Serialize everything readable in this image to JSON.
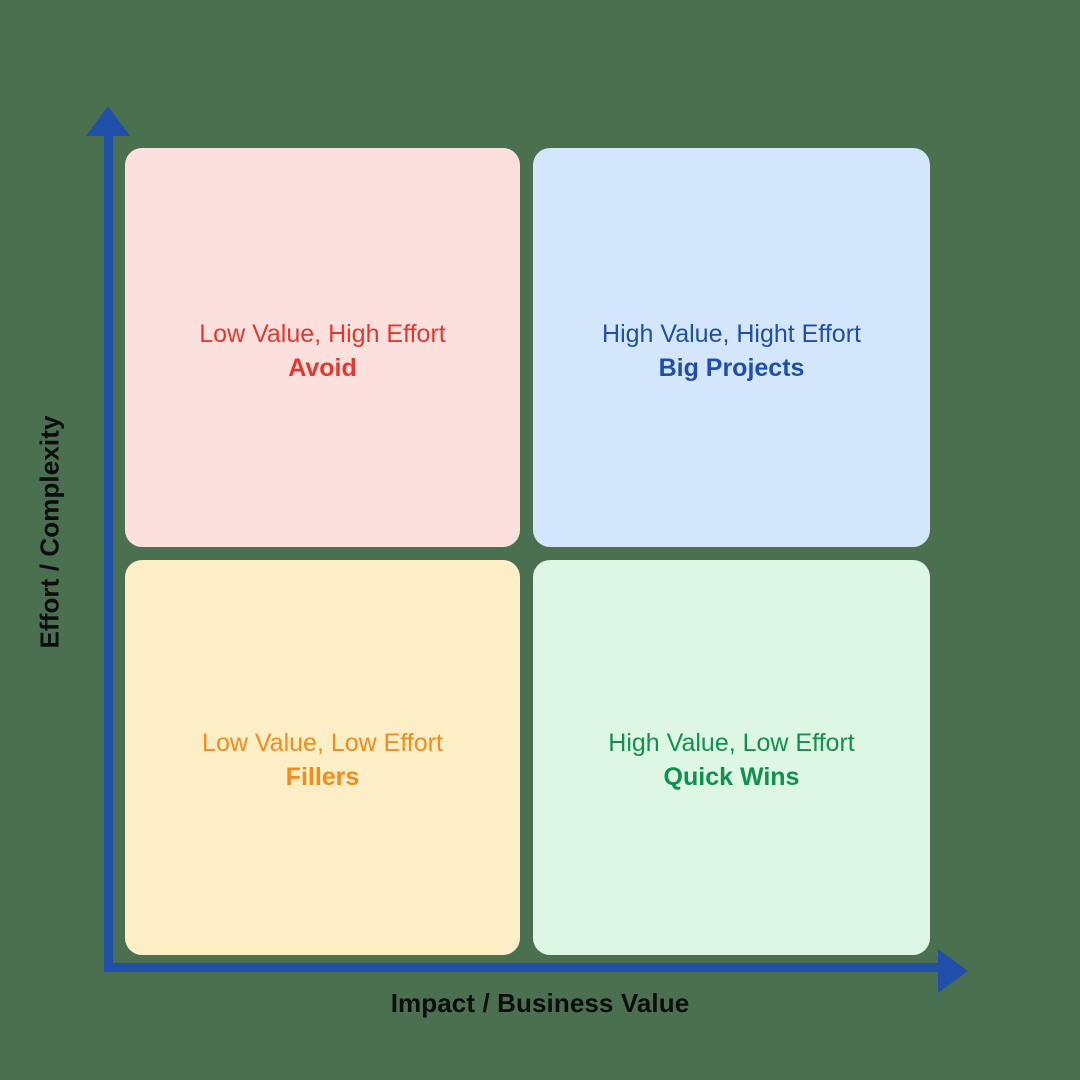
{
  "chart_data": {
    "type": "scatter",
    "title": "",
    "xlabel": "Impact / Business Value",
    "ylabel": "Effort / Complexity",
    "grid": false,
    "legend": "none",
    "layout": "2x2-quadrant-matrix",
    "axes": {
      "x": {
        "label": "Impact / Business Value",
        "direction": "increasing-right",
        "arrow": true,
        "low_end": "Low Value",
        "high_end": "High Value",
        "ticks": []
      },
      "y": {
        "label": "Effort / Complexity",
        "direction": "increasing-up",
        "arrow": true,
        "low_end": "Low Effort",
        "high_end": "High Effort",
        "ticks": []
      }
    },
    "quadrants": [
      {
        "id": "avoid",
        "position": "top-left",
        "x": "low",
        "y": "high",
        "description": "Low Value, High Effort",
        "title": "Avoid",
        "fill": "#fce0de",
        "text_color": "#e03a30"
      },
      {
        "id": "big-projects",
        "position": "top-right",
        "x": "high",
        "y": "high",
        "description": "High Value, Hight Effort",
        "title": "Big Projects",
        "fill": "#d3e6fb",
        "text_color": "#1f4fa8"
      },
      {
        "id": "fillers",
        "position": "bottom-left",
        "x": "low",
        "y": "low",
        "description": "Low Value, Low Effort",
        "title": "Fillers",
        "fill": "#fdeec5",
        "text_color": "#f28c1c"
      },
      {
        "id": "quick-wins",
        "position": "bottom-right",
        "x": "high",
        "y": "low",
        "description": "High Value, Low Effort",
        "title": "Quick Wins",
        "fill": "#ddf7e4",
        "text_color": "#11914f"
      }
    ]
  },
  "canvas": {
    "background_color": "#4a7050"
  },
  "axes": {
    "color": "#1f4fa8",
    "x_title": "Impact / Business Value",
    "y_title": "Effort / Complexity",
    "x_arrow_icon": "arrow-right-icon",
    "y_arrow_icon": "arrow-up-icon"
  },
  "quadrants": {
    "avoid": {
      "description": "Low Value, High Effort",
      "title": "Avoid"
    },
    "big_projects": {
      "description": "High Value, Hight Effort",
      "title": "Big Projects"
    },
    "fillers": {
      "description": "Low Value, Low Effort",
      "title": "Fillers"
    },
    "quick_wins": {
      "description": "High Value, Low Effort",
      "title": "Quick Wins"
    }
  }
}
